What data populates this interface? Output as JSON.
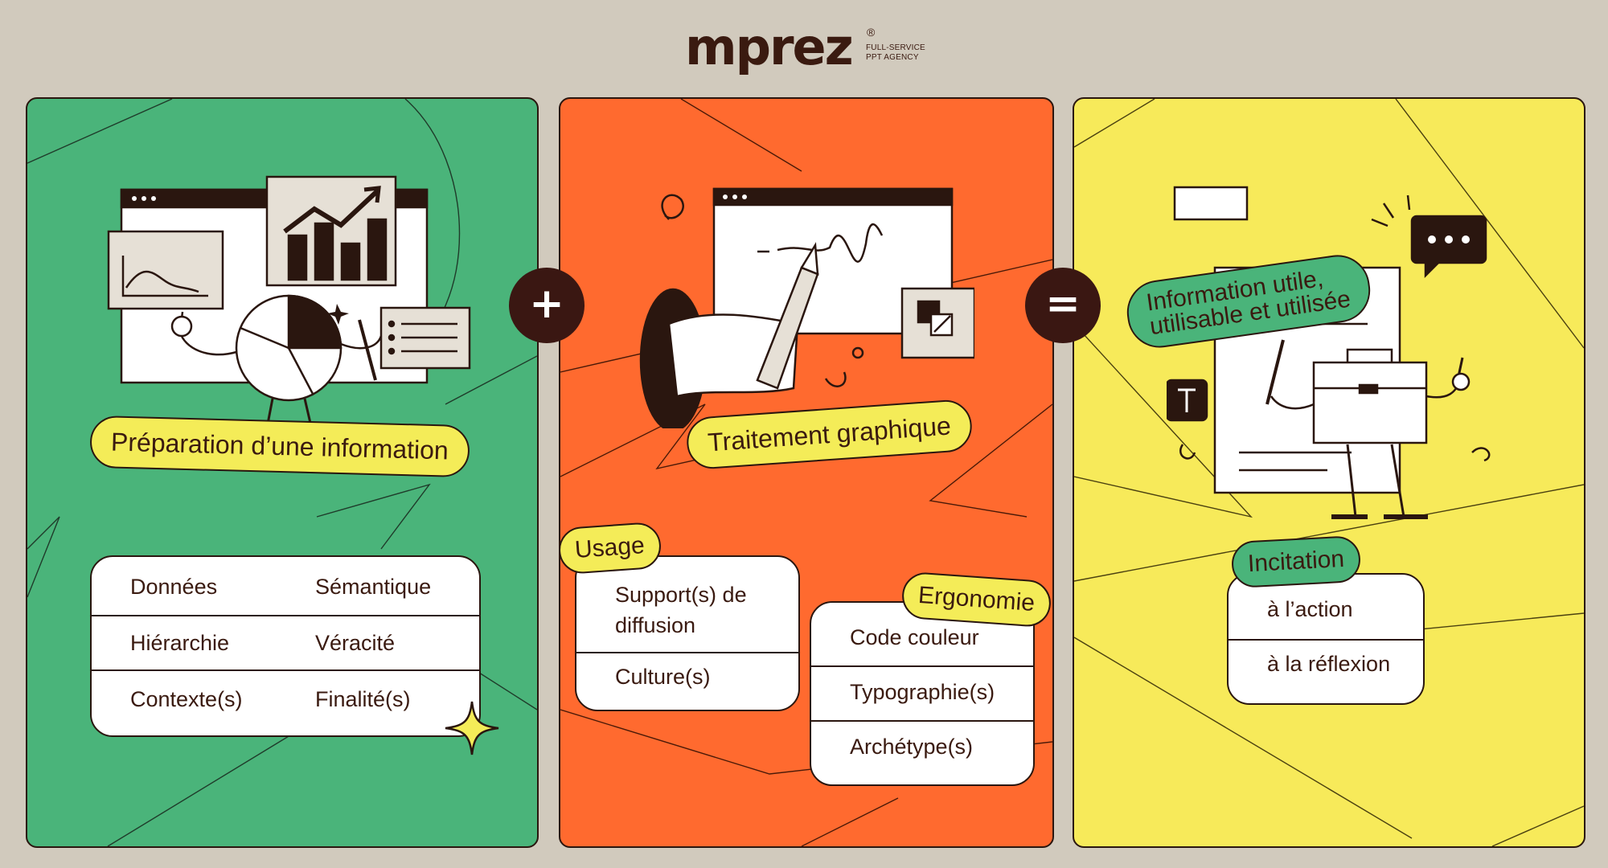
{
  "header": {
    "logo_text": "mprez",
    "logo_mark": "®",
    "logo_tagline_line1": "FULL-SERVICE",
    "logo_tagline_line2": "PPT AGENCY"
  },
  "colors": {
    "background": "#d1cabd",
    "green_panel": "#4ab47a",
    "orange_panel": "#ff6a2f",
    "yellow_panel": "#f7ea5a",
    "operator": "#3a1712",
    "label_yellow": "#f4ec58",
    "label_green": "#4ab47a",
    "text_brown": "#3a1a10"
  },
  "operators": {
    "plus": "+",
    "equals": "="
  },
  "panels": [
    {
      "title": "Préparation d’une information",
      "illustration": "chart-presenter-illustration",
      "items": [
        [
          "Données",
          "Sémantique"
        ],
        [
          "Hiérarchie",
          "Véracité"
        ],
        [
          "Contexte(s)",
          "Finalité(s)"
        ]
      ]
    },
    {
      "title": "Traitement graphique",
      "illustration": "hand-drawing-illustration",
      "groups": [
        {
          "label": "Usage",
          "items": [
            "Support(s) de\ndiffusion",
            "Culture(s)"
          ]
        },
        {
          "label": "Ergonomie",
          "items": [
            "Code couleur",
            "Typographie(s)",
            "Archétype(s)"
          ]
        }
      ]
    },
    {
      "title_line1": "Information utile,",
      "title_line2": "utilisable et utilisée",
      "illustration": "briefcase-character-illustration",
      "speech_icon_text": "•••",
      "text_icon_letter": "T",
      "groups": [
        {
          "label": "Incitation",
          "items": [
            "à l’action",
            "à la réflexion"
          ]
        }
      ]
    }
  ]
}
